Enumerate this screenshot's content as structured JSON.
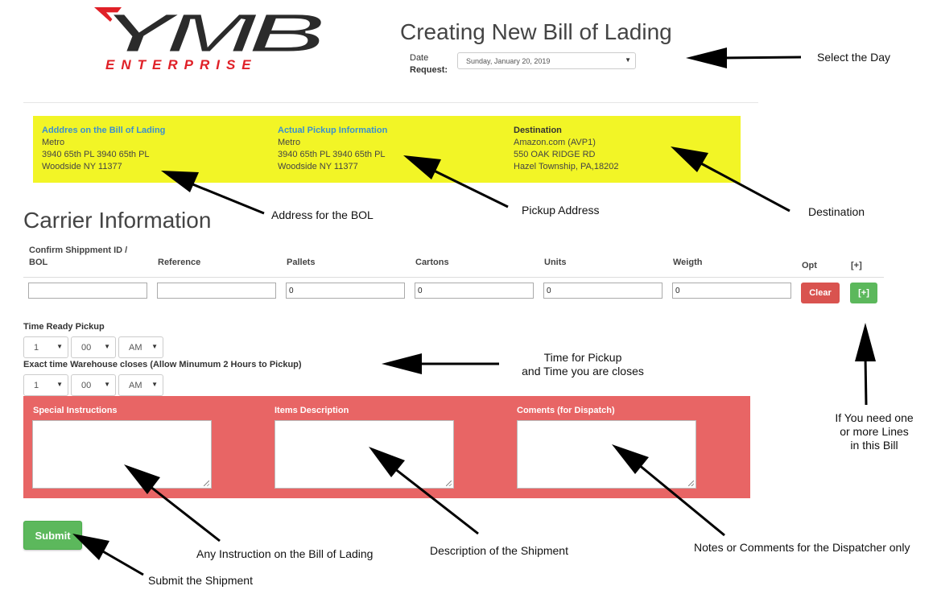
{
  "logo": {
    "word": "YMB",
    "sub": "ENTERPRISE"
  },
  "header": {
    "title": "Creating New Bill of Lading",
    "date_label_1": "Date",
    "date_label_2": "Request:",
    "date_value": "Sunday, January 20, 2019"
  },
  "address_panel": {
    "bill": {
      "heading": "Adddres on the Bill of Lading",
      "line1": "Metro",
      "line2": "3940 65th PL 3940 65th PL",
      "line3": "Woodside NY 11377"
    },
    "pickup": {
      "heading": "Actual Pickup Information",
      "line1": "Metro",
      "line2": "3940 65th PL 3940 65th PL",
      "line3": "Woodside NY 11377"
    },
    "destination": {
      "heading": "Destination",
      "line1": "Amazon.com (AVP1)",
      "line2": "550 OAK RIDGE RD",
      "line3": "Hazel Township, PA,18202"
    },
    "colors": {
      "background": "#f2f526",
      "heading_blue": "#3a8fd0"
    }
  },
  "carrier": {
    "title": "Carrier Information",
    "headers": {
      "shipment_1": "Confirm Shippment ID /",
      "shipment_2": "BOL",
      "reference": "Reference",
      "pallets": "Pallets",
      "cartons": "Cartons",
      "units": "Units",
      "weight": "Weigth",
      "opt": "Opt",
      "add": "[+]"
    },
    "row": {
      "shipment": "",
      "reference": "",
      "pallets": "0",
      "cartons": "0",
      "units": "0",
      "weight": "0"
    },
    "clear_label": "Clear",
    "add_label": "[+]"
  },
  "times": {
    "ready_label": "Time Ready Pickup",
    "ready": {
      "hour": "1",
      "minute": "00",
      "ampm": "AM"
    },
    "close_label": "Exact time Warehouse closes (Allow Minumum 2 Hours to Pickup)",
    "close": {
      "hour": "1",
      "minute": "00",
      "ampm": "AM"
    }
  },
  "notes_panel": {
    "special": "Special Instructions",
    "items": "Items Description",
    "comments": "Coments (for Dispatch)",
    "color": "#e86565"
  },
  "submit_label": "Submit",
  "annotations": {
    "select_day": "Select the Day",
    "address_bol": "Address for the BOL",
    "pickup_address": "Pickup Address",
    "destination": "Destination",
    "time_1": "Time for Pickup",
    "time_2": "and Time you are closes",
    "lines_1": "If You need one",
    "lines_2": "or more Lines",
    "lines_3": "in this Bill",
    "instruction": "Any Instruction on the Bill of Lading",
    "description": "Description of the Shipment",
    "notes": "Notes or Comments for the Dispatcher only",
    "submit": "Submit the Shipment"
  }
}
